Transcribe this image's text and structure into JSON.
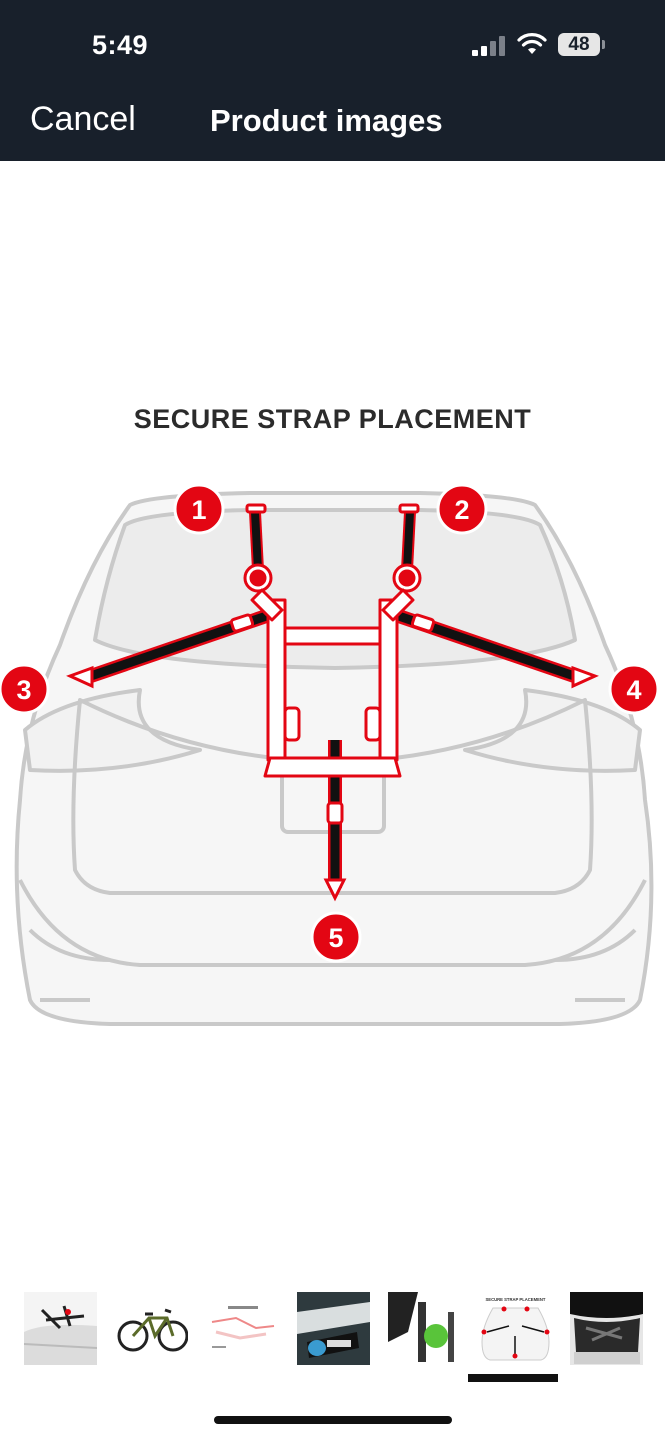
{
  "status_bar": {
    "time": "5:49",
    "battery": "48",
    "icons": [
      "signal-icon",
      "wifi-icon",
      "battery-icon"
    ]
  },
  "nav": {
    "cancel_label": "Cancel",
    "title": "Product images"
  },
  "main_image": {
    "heading": "SECURE STRAP PLACEMENT",
    "markers": [
      "1",
      "2",
      "3",
      "4",
      "5"
    ],
    "accent_color": "#e30613"
  },
  "thumbnails": {
    "selected_index": 5,
    "items": [
      {
        "name": "thumb-rack-on-car"
      },
      {
        "name": "thumb-bike-on-rack"
      },
      {
        "name": "thumb-rack-diagram"
      },
      {
        "name": "thumb-allen-strap-closeup"
      },
      {
        "name": "thumb-hook-closeup"
      },
      {
        "name": "thumb-secure-strap-placement",
        "heading": "SECURE STRAP PLACEMENT"
      },
      {
        "name": "thumb-trunk-view"
      }
    ]
  }
}
